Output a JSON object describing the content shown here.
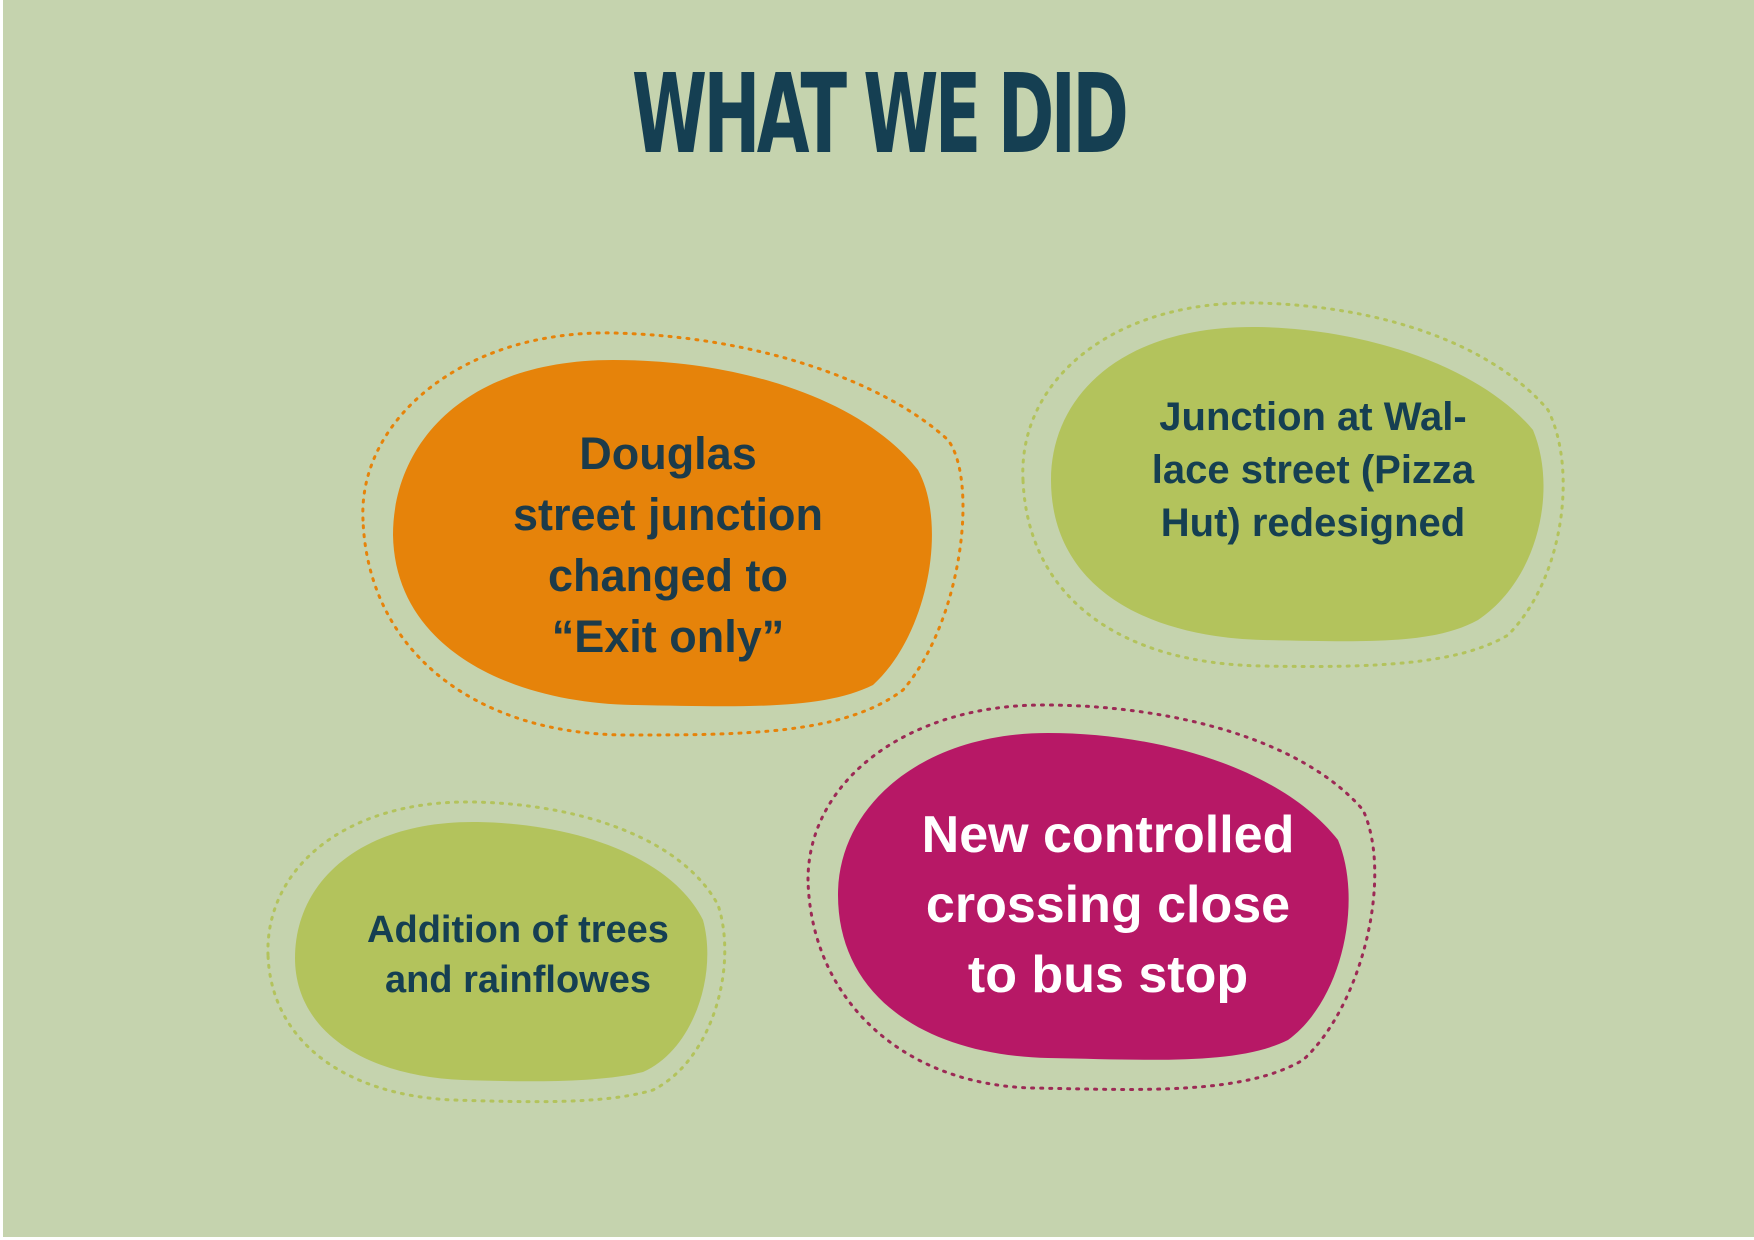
{
  "title": "WHAT WE DID",
  "items": [
    {
      "lines": [
        "Douglas",
        "street junction",
        "changed to",
        "“Exit only”"
      ],
      "fill": "#e6830a",
      "outline": "#e6830a",
      "text_color": "#1c3b4a"
    },
    {
      "lines": [
        "Junction at Wal-",
        "lace street (Pizza",
        "Hut) redesigned"
      ],
      "fill": "#b3c35c",
      "outline": "#b3c35c",
      "text_color": "#153f52"
    },
    {
      "lines": [
        "New controlled",
        "crossing close",
        "to bus stop"
      ],
      "fill": "#b71866",
      "outline": "#9c2a55",
      "text_color": "#ffffff"
    },
    {
      "lines": [
        "Addition of trees",
        "and rainflowes"
      ],
      "fill": "#b3c35c",
      "outline": "#b3c35c",
      "text_color": "#153f52"
    }
  ],
  "colors": {
    "background": "#c5d3ae",
    "title": "#153f52"
  }
}
